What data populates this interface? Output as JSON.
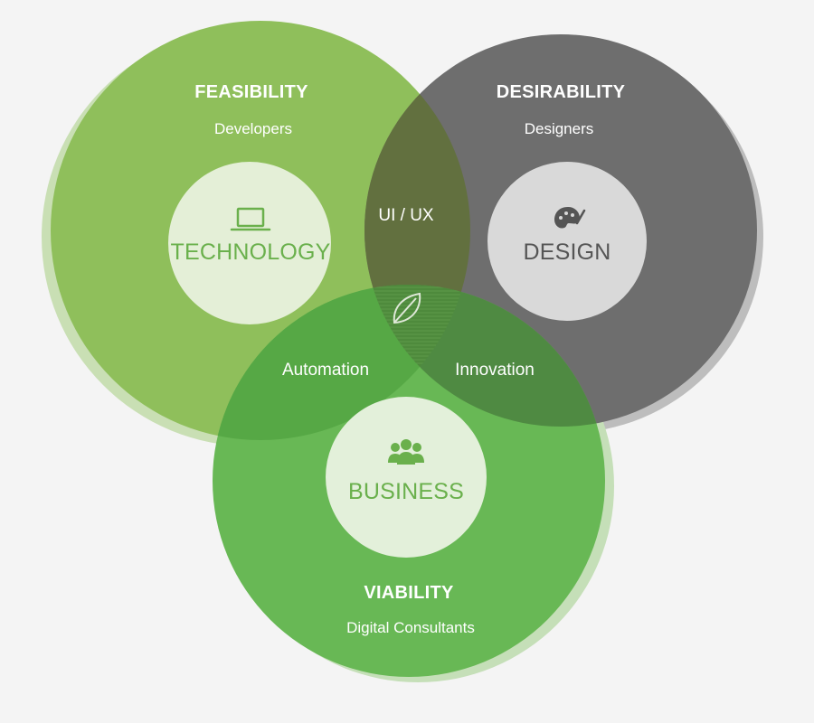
{
  "circles": {
    "feasibility": {
      "title": "FEASIBILITY",
      "subtitle": "Developers",
      "core": "TECHNOLOGY",
      "icon": "laptop-icon"
    },
    "desirability": {
      "title": "DESIRABILITY",
      "subtitle": "Designers",
      "core": "DESIGN",
      "icon": "palette-icon"
    },
    "viability": {
      "title": "VIABILITY",
      "subtitle": "Digital Consultants",
      "core": "BUSINESS",
      "icon": "people-icon"
    }
  },
  "overlaps": {
    "feasibility_desirability": "UI / UX",
    "feasibility_viability": "Automation",
    "desirability_viability": "Innovation",
    "center_icon": "leaf-icon"
  },
  "colors": {
    "feasibility": "#8fbf5b",
    "desirability": "#6e6e6e",
    "viability": "#68b855",
    "green_text": "#6ab04c",
    "gray_text": "#555555"
  }
}
